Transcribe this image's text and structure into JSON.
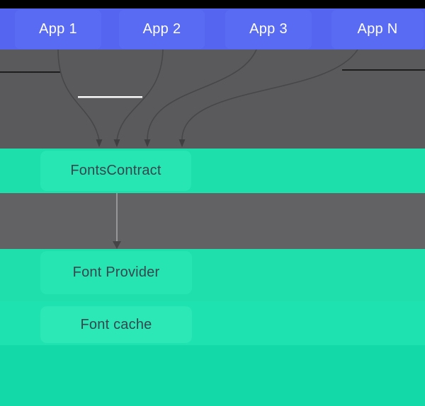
{
  "apps": {
    "items": [
      {
        "label": "App 1"
      },
      {
        "label": "App 2"
      },
      {
        "label": "App 3"
      },
      {
        "label": "App N"
      }
    ]
  },
  "layers": {
    "fonts_contract": "FontsContract",
    "font_provider": "Font Provider",
    "font_cache": "Font cache"
  },
  "colors": {
    "letterbox": "#000000",
    "app_bar_blue": "#5565f0",
    "app_box_blue": "#5a6bf3",
    "app_text": "#ffffff",
    "funnel_gray": "#5a5a5c",
    "gap_gray": "#626264",
    "arrow_gray": "#47474a",
    "teal_bar": "#1ddfac",
    "teal_pill": "#27e6b4",
    "teal_footer": "#12d9a7",
    "pill_text": "#37474f"
  }
}
